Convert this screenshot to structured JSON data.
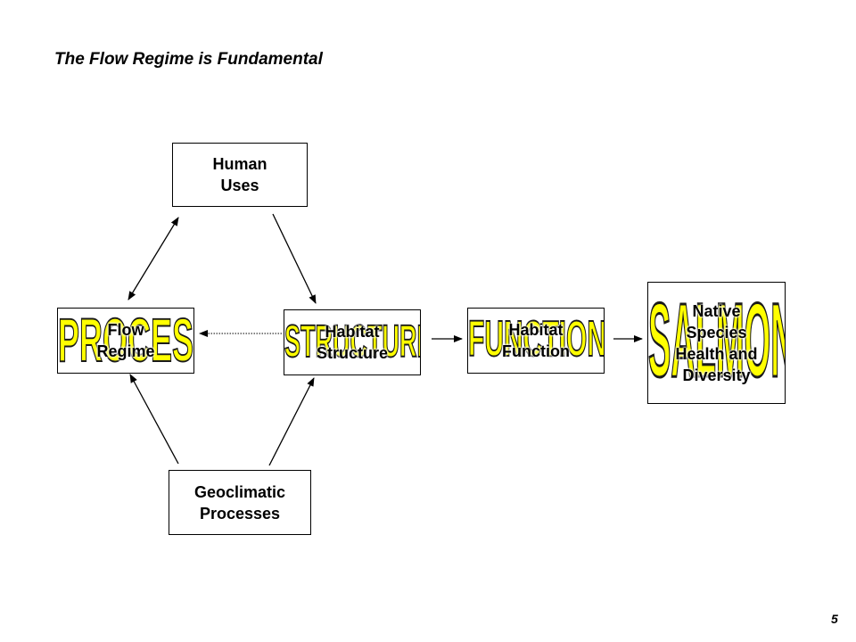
{
  "title": "The Flow Regime is Fundamental",
  "page_number": "5",
  "nodes": {
    "human_uses": {
      "label": "Human\nUses"
    },
    "flow_regime": {
      "label": "Flow\nRegime",
      "watermark": "PROCESS"
    },
    "habitat_structure": {
      "label": "Habitat\nStructure",
      "watermark": "STRUCTURE"
    },
    "habitat_function": {
      "label": "Habitat\nFunction",
      "watermark": "FUNCTION"
    },
    "native_species": {
      "label": "Native\nSpecies\nHealth and\nDiversity",
      "watermark": "SALMON"
    },
    "geoclimatic": {
      "label": "Geoclimatic\nProcesses"
    }
  },
  "colors": {
    "watermark_fill": "#ffff00",
    "line": "#000000",
    "background": "#ffffff"
  }
}
